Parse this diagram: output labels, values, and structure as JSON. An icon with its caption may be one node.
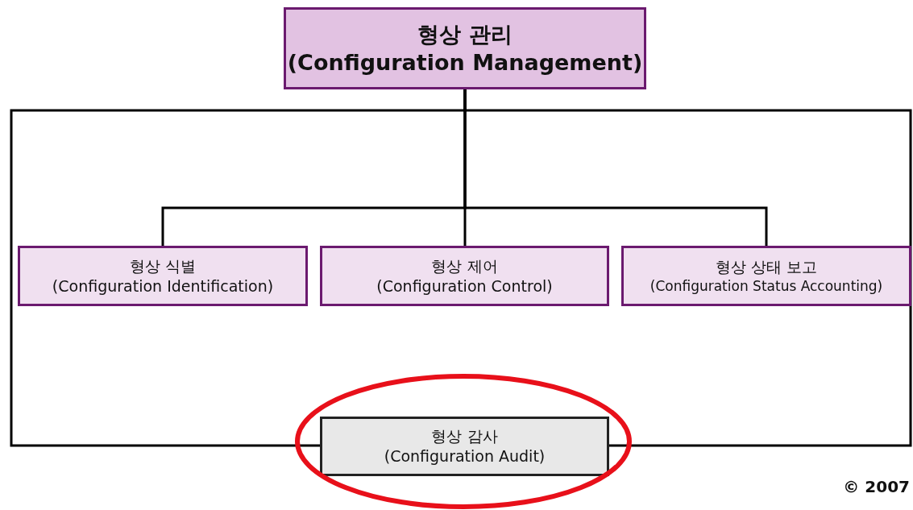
{
  "diagram": {
    "nodes": [
      {
        "text": [
          "형상 관리",
          "(Configuration Management)"
        ]
      },
      {
        "text": [
          "형상 식별",
          "(Configuration Identification)"
        ]
      },
      {
        "text": [
          "형상 제어",
          "(Configuration Control)"
        ]
      },
      {
        "text": [
          "형상 상태 보고",
          "(Configuration Status Accounting)"
        ]
      },
      {
        "text": [
          "형상 감사",
          "(Configuration Audit)"
        ]
      }
    ],
    "edges": [
      {
        "from": 0,
        "to": 1,
        "arrow": "none"
      },
      {
        "from": 0,
        "to": 2,
        "arrow": "none"
      },
      {
        "from": 0,
        "to": 3,
        "arrow": "none"
      },
      {
        "from": 0,
        "to": 4,
        "arrow": "none"
      },
      {
        "from": 0,
        "to": 4,
        "arrow": "none"
      }
    ],
    "labels": [
      "© 2007"
    ]
  }
}
